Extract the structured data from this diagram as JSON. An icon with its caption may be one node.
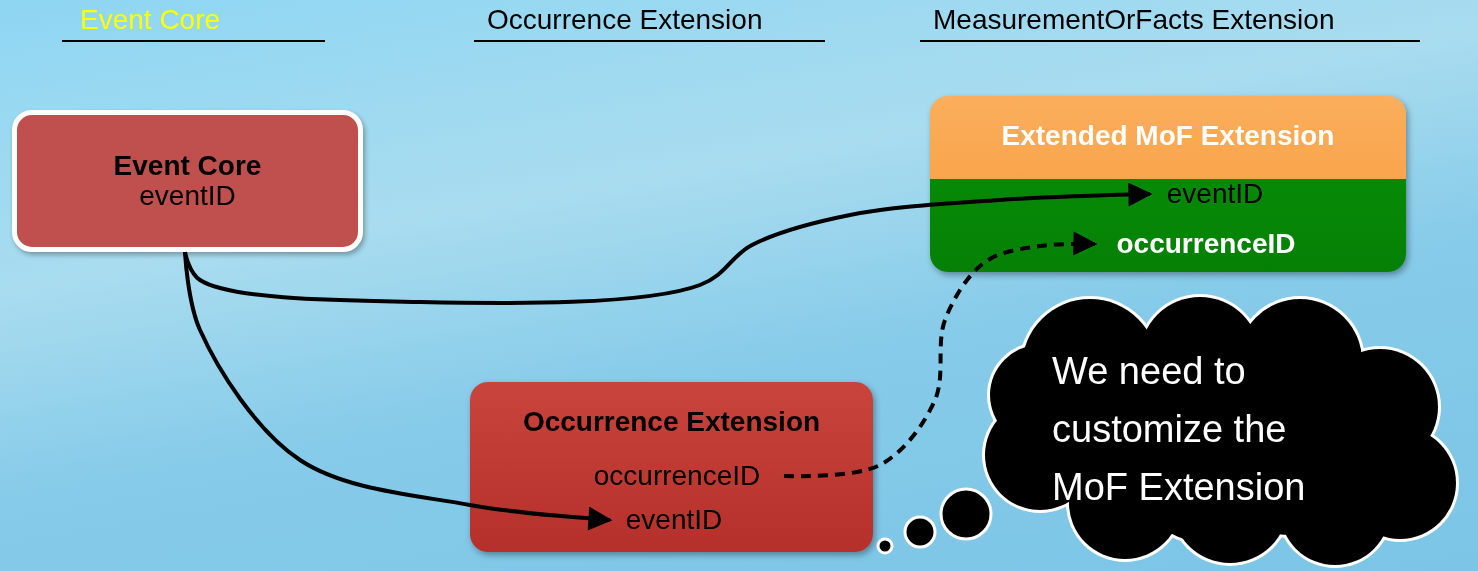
{
  "diagram": {
    "nodes": [
      {
        "text": [
          "Event Core",
          "eventID"
        ]
      },
      {
        "text": [
          "Extended MoF Extension"
        ]
      },
      {
        "text": [
          "eventID"
        ],
        "in": 1
      },
      {
        "text": [
          "occurrenceID"
        ],
        "in": 1
      },
      {
        "text": [
          "Occurrence Extension"
        ]
      },
      {
        "text": [
          "occurrenceID"
        ],
        "in": 4
      },
      {
        "text": [
          "eventID"
        ],
        "in": 4
      },
      {
        "text": [
          "We need to customize the MoF Extension"
        ]
      }
    ],
    "edges": [
      {
        "from": 0,
        "to": 2,
        "arrow": "to"
      },
      {
        "from": 0,
        "to": 6,
        "arrow": "to"
      },
      {
        "from": 5,
        "to": 3,
        "arrow": "to",
        "style": "dashed"
      }
    ],
    "labels": [
      "Event Core",
      "Occurrence Extension",
      "MeasurementOrFacts Extension"
    ]
  }
}
